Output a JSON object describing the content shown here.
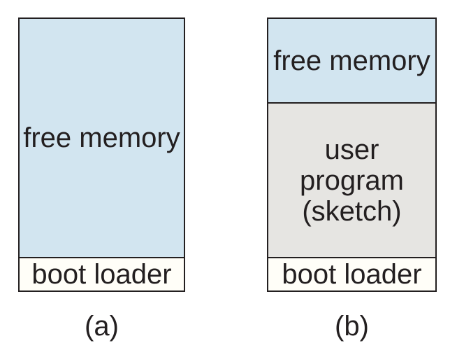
{
  "colors": {
    "free_memory": "#d2e5f0",
    "user_program": "#e6e5e2",
    "boot_loader": "#fffef8",
    "border": "#231f20",
    "text": "#231f20"
  },
  "figures": {
    "a": {
      "caption": "(a)",
      "segments": {
        "free_memory": "free memory",
        "boot_loader": "boot loader"
      }
    },
    "b": {
      "caption": "(b)",
      "segments": {
        "free_memory": "free memory",
        "user_program": "user\nprogram\n(sketch)",
        "boot_loader": "boot loader"
      }
    }
  }
}
